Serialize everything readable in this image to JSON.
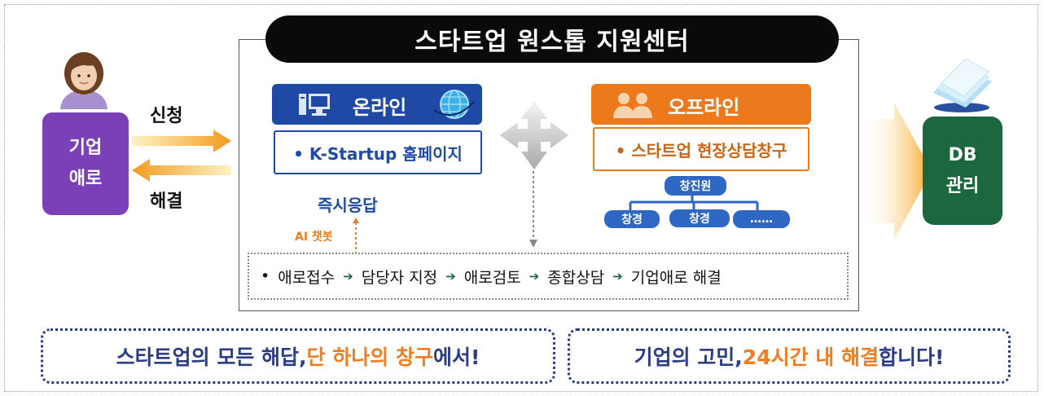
{
  "title": "스타트업 원스톱 지원센터",
  "left_entity": {
    "line1": "기업",
    "line2": "애로"
  },
  "arrows": {
    "apply": "신청",
    "resolve": "해결"
  },
  "online": {
    "header": "온라인",
    "item": "• K-Startup 홈페이지",
    "response": "즉시응답",
    "chatbot": "AI 챗봇"
  },
  "offline": {
    "header": "오프라인",
    "item": "• 스타트업 현장상담창구",
    "org": {
      "root": "창진원",
      "children": [
        "창경",
        "창경",
        "……"
      ]
    }
  },
  "process": {
    "bullet": "•",
    "steps": [
      "애로접수",
      "담당자 지정",
      "애로검토",
      "종합상담",
      "기업애로 해결"
    ],
    "arrow": "➔"
  },
  "db": {
    "line1": "DB",
    "line2": "관리"
  },
  "slogans": {
    "left": {
      "pre": "스타트업의 모든 해답, ",
      "hl1": "단 하나의 창구",
      "post": "에서!"
    },
    "right": {
      "pre": "기업의 고민, ",
      "hl1": "24시간 내 해결",
      "post": "합니다!"
    }
  },
  "colors": {
    "purple": "#7b3fb8",
    "online_blue": "#1e4aa6",
    "offline_orange": "#ec7a1c",
    "db_green": "#1c6640",
    "arrow_orange": "#f6a623",
    "slogan_navy": "#2b3e84"
  }
}
